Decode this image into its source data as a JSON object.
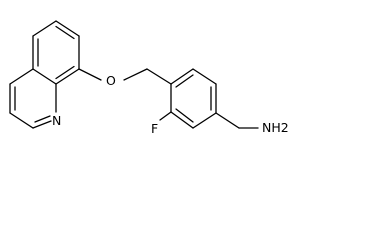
{
  "molecule": {
    "atoms": {
      "n_label": "N",
      "o_label": "O",
      "f_label": "F",
      "nh2_label": "NH2"
    },
    "colors": {
      "bond": "#000000",
      "text": "#000000",
      "background": "#ffffff"
    }
  }
}
